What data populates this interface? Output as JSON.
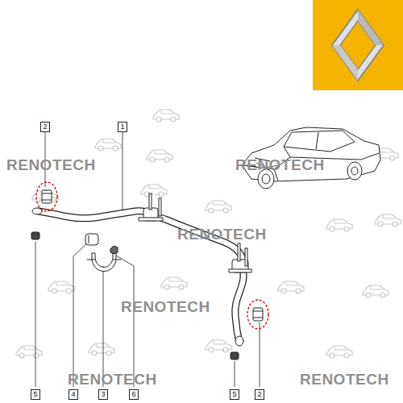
{
  "diagram": {
    "labels": [
      "2",
      "1",
      "RENOTECH",
      "RENOTECH",
      "RENOTECH",
      "RENOTECH",
      "RENOTECH",
      "RENOTECH",
      "5",
      "4",
      "3",
      "6",
      "5",
      "2"
    ]
  }
}
